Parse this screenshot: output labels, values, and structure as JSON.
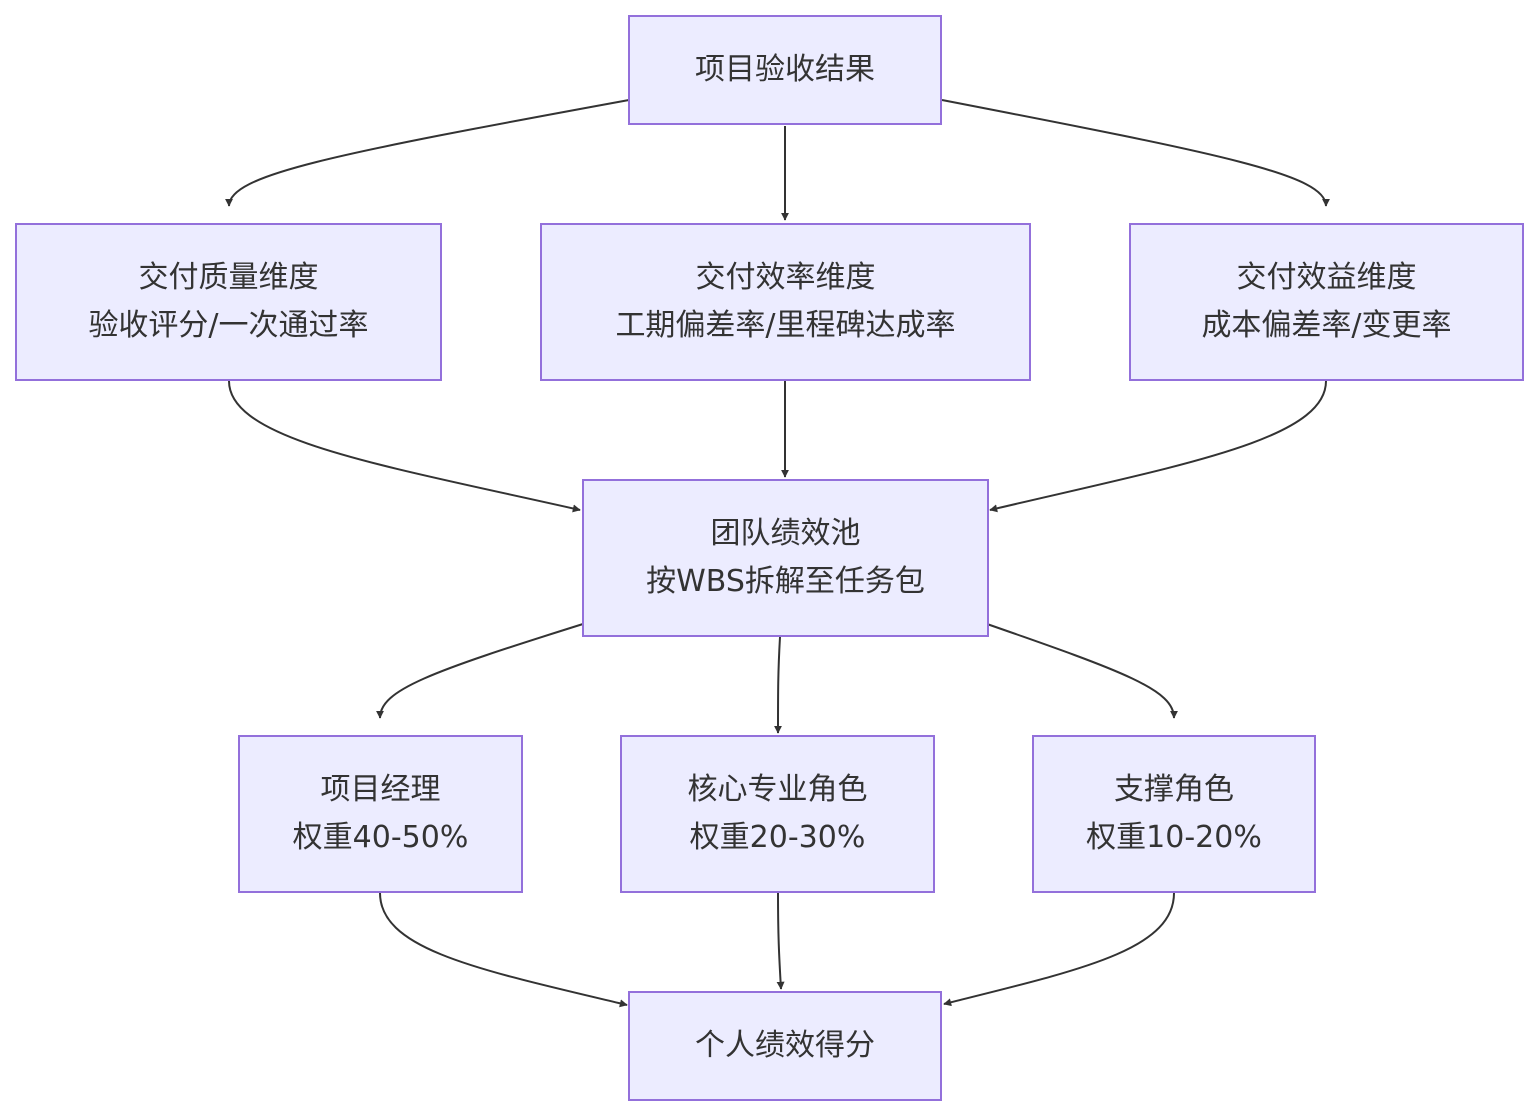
{
  "diagram": {
    "nodes": [
      {
        "id": "acceptance",
        "lines": [
          "项目验收结果"
        ]
      },
      {
        "id": "quality",
        "lines": [
          "交付质量维度",
          "验收评分/一次通过率"
        ]
      },
      {
        "id": "efficiency",
        "lines": [
          "交付效率维度",
          "工期偏差率/里程碑达成率"
        ]
      },
      {
        "id": "benefit",
        "lines": [
          "交付效益维度",
          "成本偏差率/变更率"
        ]
      },
      {
        "id": "pool",
        "lines": [
          "团队绩效池",
          "按WBS拆解至任务包"
        ]
      },
      {
        "id": "pm",
        "lines": [
          "项目经理",
          "权重40-50%"
        ]
      },
      {
        "id": "core",
        "lines": [
          "核心专业角色",
          "权重20-30%"
        ]
      },
      {
        "id": "support",
        "lines": [
          "支撑角色",
          "权重10-20%"
        ]
      },
      {
        "id": "personal",
        "lines": [
          "个人绩效得分"
        ]
      }
    ],
    "edges": [
      {
        "from": "acceptance",
        "to": "quality"
      },
      {
        "from": "acceptance",
        "to": "efficiency"
      },
      {
        "from": "acceptance",
        "to": "benefit"
      },
      {
        "from": "quality",
        "to": "pool"
      },
      {
        "from": "efficiency",
        "to": "pool"
      },
      {
        "from": "benefit",
        "to": "pool"
      },
      {
        "from": "pool",
        "to": "pm"
      },
      {
        "from": "pool",
        "to": "core"
      },
      {
        "from": "pool",
        "to": "support"
      },
      {
        "from": "pm",
        "to": "personal"
      },
      {
        "from": "core",
        "to": "personal"
      },
      {
        "from": "support",
        "to": "personal"
      }
    ],
    "colors": {
      "node_fill": "#ececff",
      "node_border": "#9370db",
      "text": "#333333",
      "edge": "#333333"
    }
  }
}
